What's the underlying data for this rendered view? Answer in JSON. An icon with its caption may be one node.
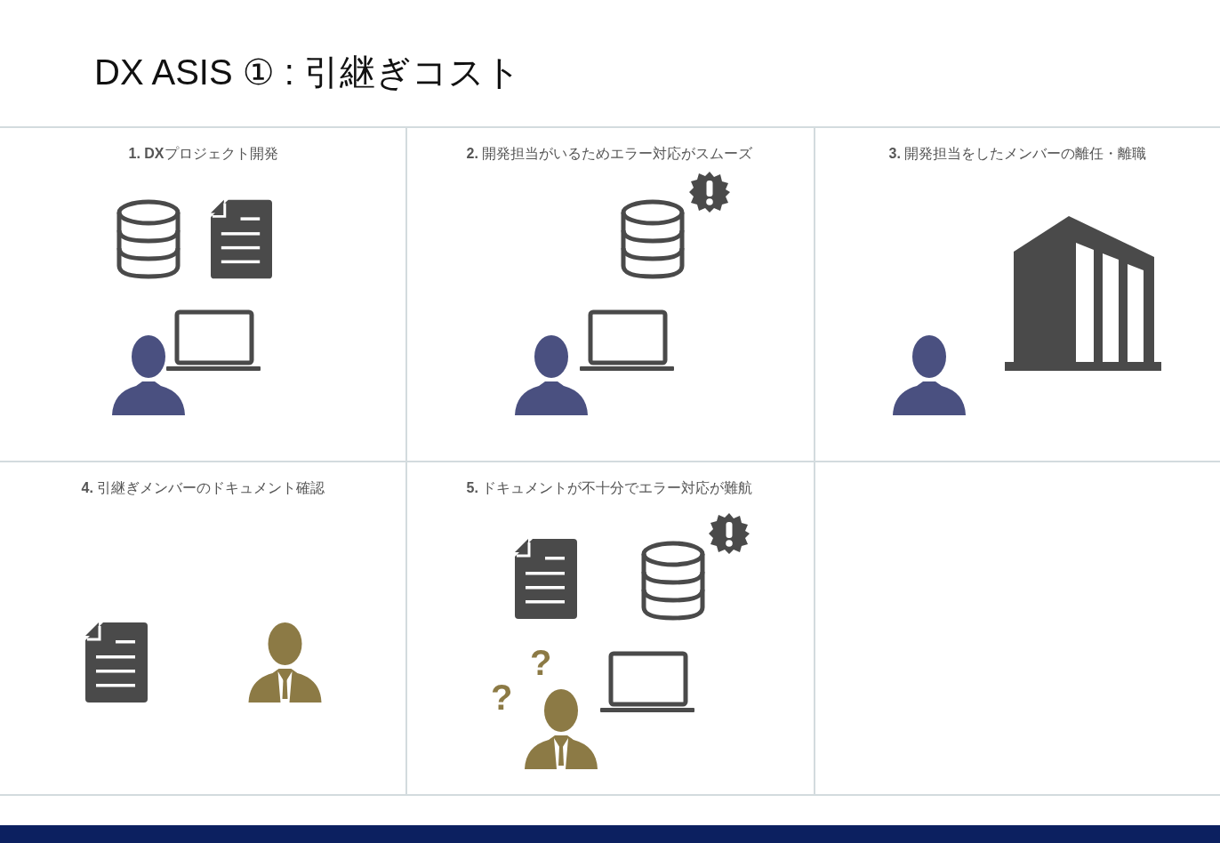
{
  "diagram": {
    "title": "DX ASIS ① : 引継ぎコスト",
    "nodes": [
      {
        "text": [
          "**1. DX**プロジェクト開発"
        ]
      },
      {
        "text": [
          "**2.** 開発担当がいるためエラー対応がスムーズ"
        ]
      },
      {
        "text": [
          "**3.** 開発担当をしたメンバーの離任・離職"
        ]
      },
      {
        "text": [
          "**4.** 引継ぎメンバーのドキュメント確認"
        ]
      },
      {
        "text": [
          "**5.** ドキュメントが不十分でエラー対応が難航"
        ]
      }
    ],
    "edges": [],
    "labels": [
      "?",
      "?"
    ]
  }
}
